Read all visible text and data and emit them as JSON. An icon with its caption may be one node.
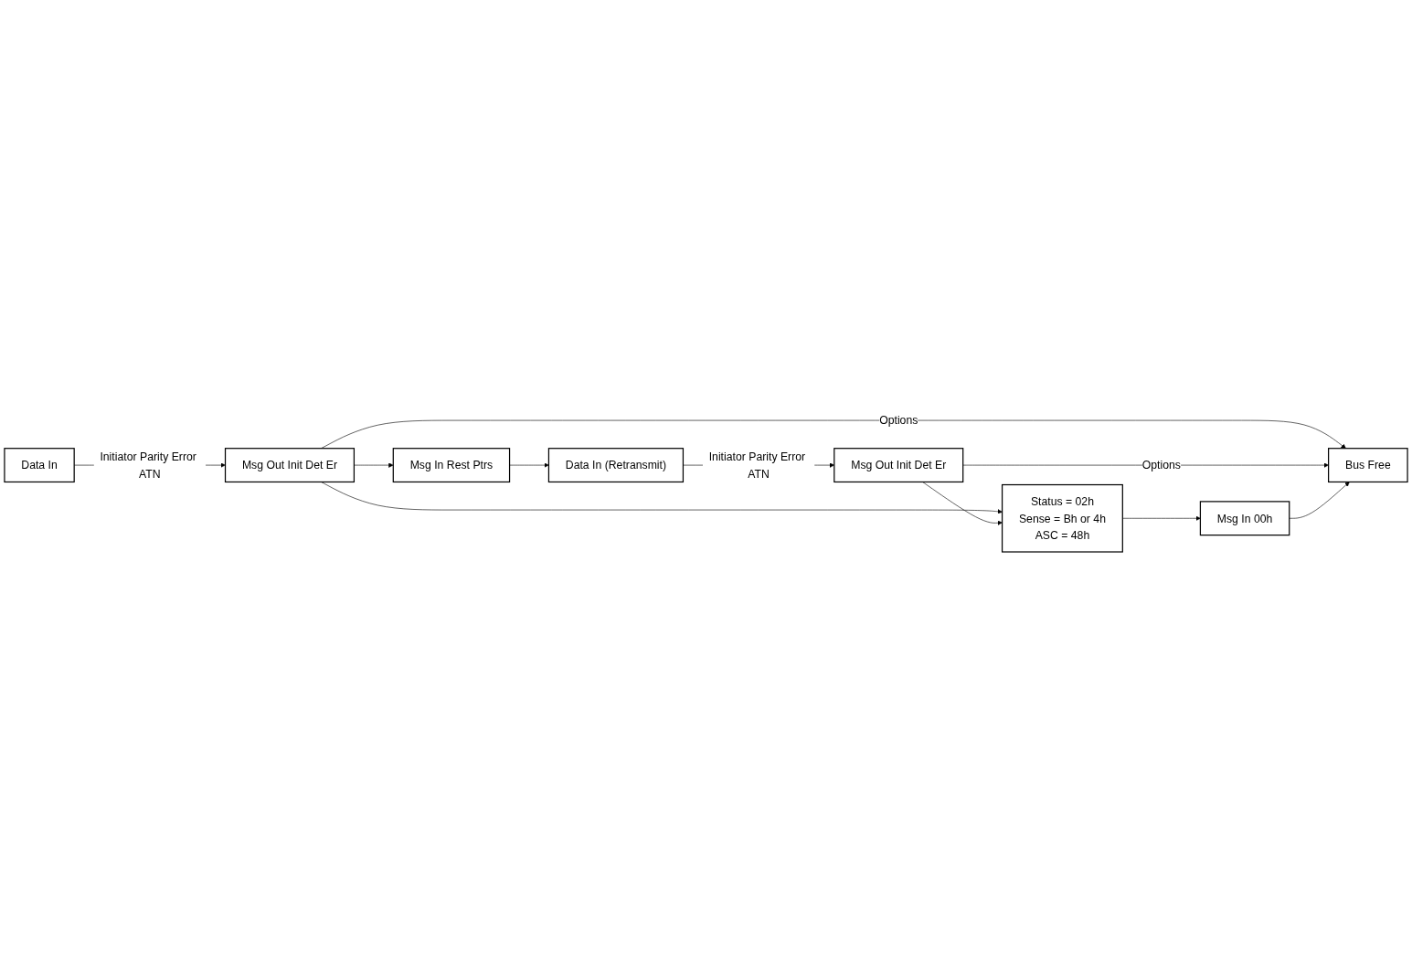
{
  "diagram": {
    "nodes": [
      {
        "text": [
          "Data In"
        ]
      },
      {
        "text": [
          "Msg Out Init Det Er"
        ]
      },
      {
        "text": [
          "Msg In Rest Ptrs"
        ]
      },
      {
        "text": [
          "Data In (Retransmit)"
        ]
      },
      {
        "text": [
          "Msg Out Init Det Er"
        ]
      },
      {
        "text": [
          "Status = 02h",
          "Sense = Bh or 4h",
          "ASC = 48h"
        ]
      },
      {
        "text": [
          "Msg In 00h"
        ]
      },
      {
        "text": [
          "Bus Free"
        ]
      }
    ],
    "edges": [
      {
        "from": 0,
        "to": 1,
        "arrow": "to",
        "label": "Initiator Parity Error ATN"
      },
      {
        "from": 1,
        "to": 2,
        "arrow": "to"
      },
      {
        "from": 1,
        "to": 5,
        "arrow": "to"
      },
      {
        "from": 1,
        "to": 7,
        "arrow": "to",
        "label": "Options"
      },
      {
        "from": 2,
        "to": 3,
        "arrow": "to"
      },
      {
        "from": 3,
        "to": 4,
        "arrow": "to",
        "label": "Initiator Parity Error ATN"
      },
      {
        "from": 4,
        "to": 5,
        "arrow": "to"
      },
      {
        "from": 4,
        "to": 7,
        "arrow": "to",
        "label": "Options"
      },
      {
        "from": 5,
        "to": 6,
        "arrow": "to"
      },
      {
        "from": 6,
        "to": 7,
        "arrow": "to"
      }
    ]
  }
}
